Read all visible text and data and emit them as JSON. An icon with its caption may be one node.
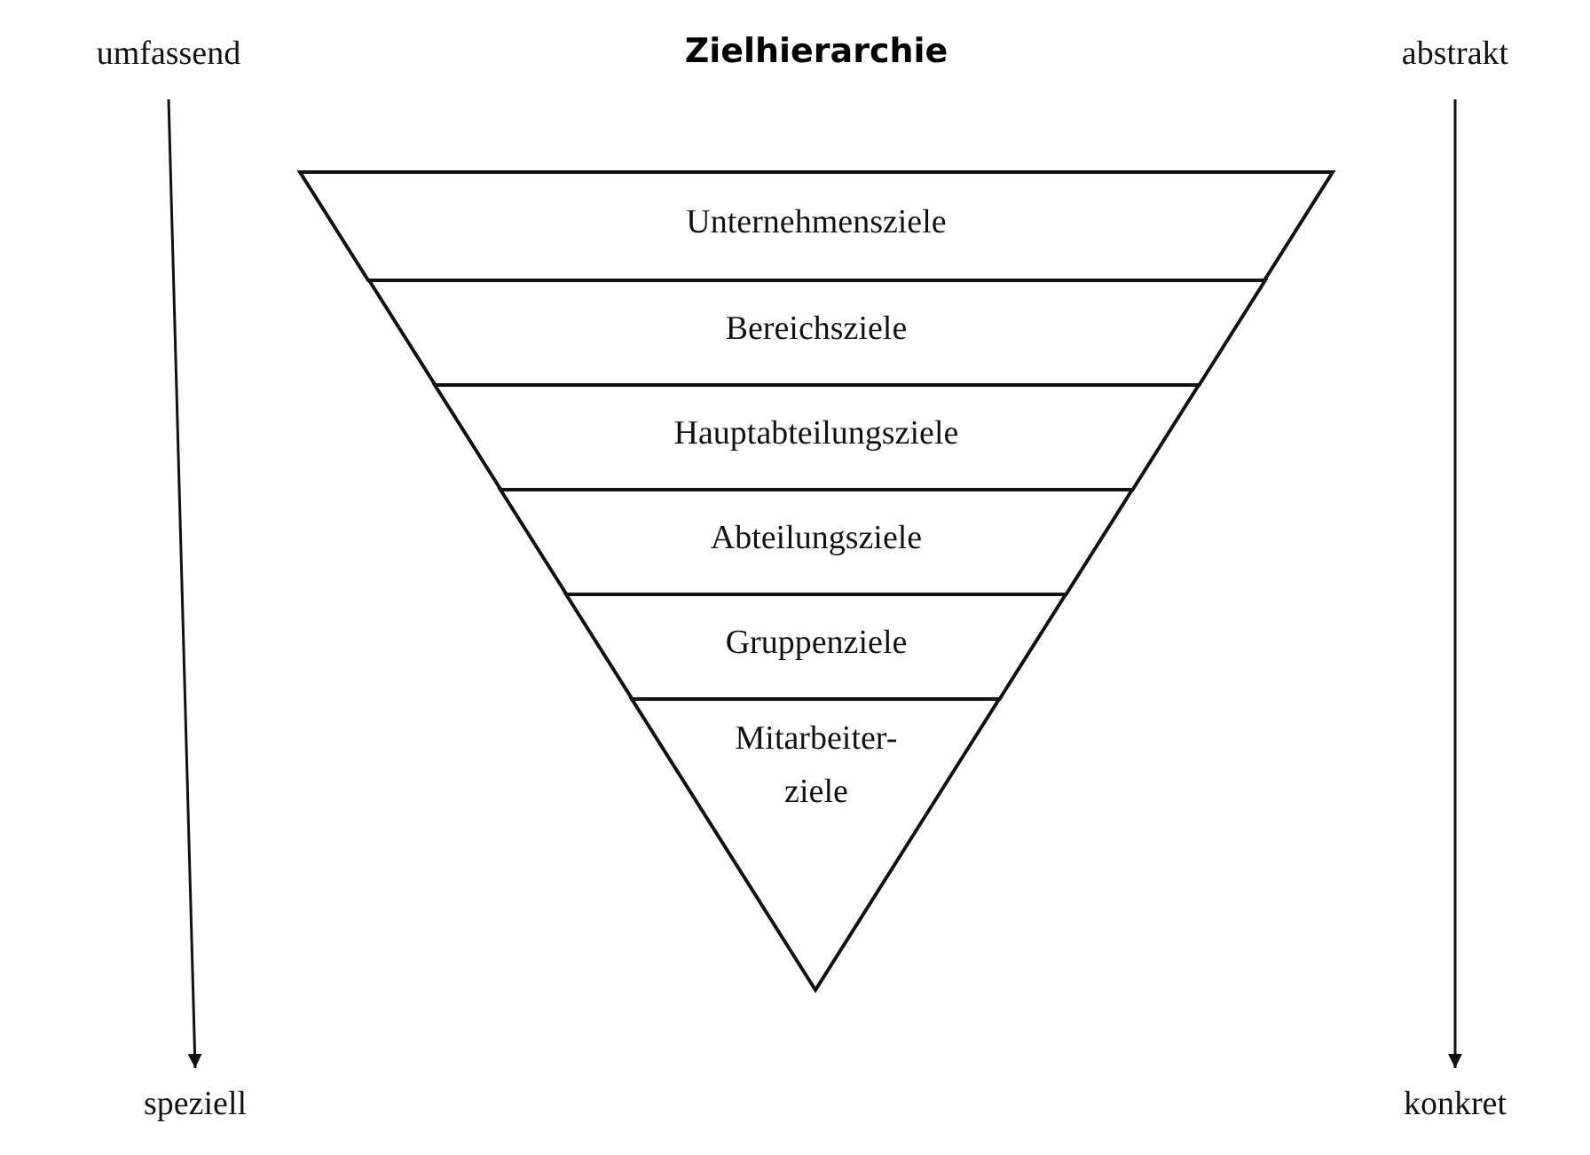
{
  "diagram": {
    "title": "Zielhierarchie",
    "nodes": [
      {
        "text": [
          "umfassend"
        ]
      },
      {
        "text": [
          "abstrakt"
        ]
      },
      {
        "text": [
          "Unternehmensziele"
        ]
      },
      {
        "text": [
          "Bereichsziele"
        ]
      },
      {
        "text": [
          "Hauptabteilungsziele"
        ]
      },
      {
        "text": [
          "Abteilungsziele"
        ]
      },
      {
        "text": [
          "Gruppenziele"
        ]
      },
      {
        "text": [
          "Mitarbeiter- ziele"
        ]
      },
      {
        "text": [
          "speziell"
        ]
      },
      {
        "text": [
          "konkret"
        ]
      }
    ],
    "edges": [
      {
        "from": 0,
        "to": 8,
        "arrow": "to"
      },
      {
        "from": 1,
        "to": 9,
        "arrow": "to"
      }
    ]
  }
}
